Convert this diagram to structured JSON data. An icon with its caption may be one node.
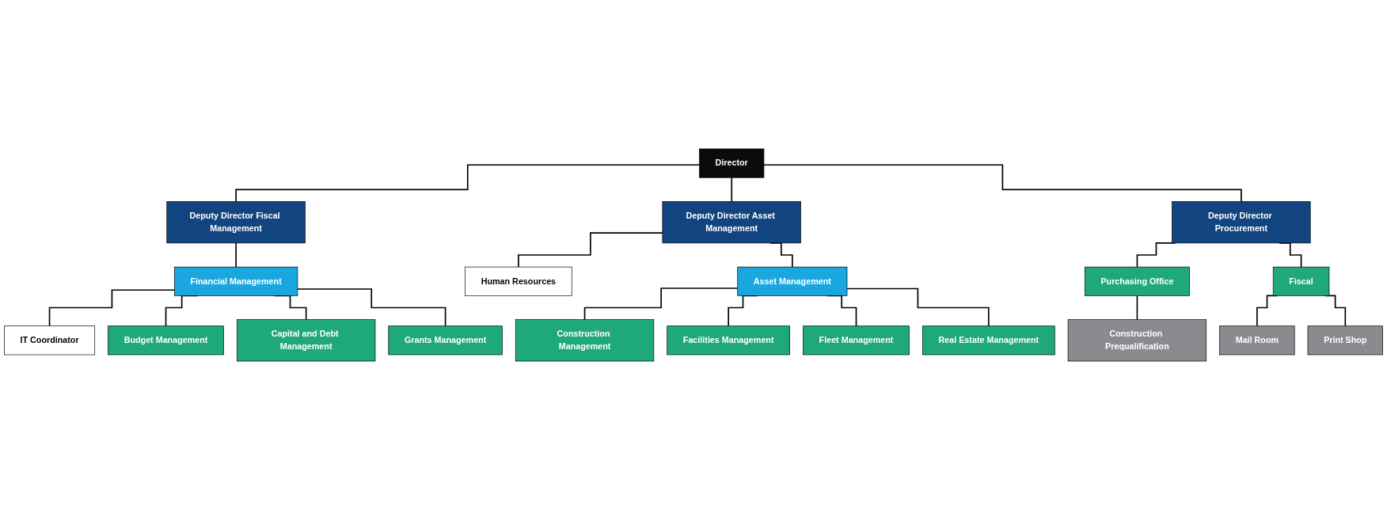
{
  "diagram": {
    "nodes": [
      {
        "text": [
          "Director"
        ]
      },
      {
        "text": [
          "Deputy Director Fiscal Management"
        ]
      },
      {
        "text": [
          "Deputy Director Asset Management"
        ]
      },
      {
        "text": [
          "Human Resources"
        ]
      },
      {
        "text": [
          "Deputy Director Procurement"
        ]
      },
      {
        "text": [
          "Financial Management"
        ]
      },
      {
        "text": [
          "IT Coordinator"
        ]
      },
      {
        "text": [
          "Asset Management"
        ]
      },
      {
        "text": [
          "Budget Management"
        ]
      },
      {
        "text": [
          "Capital and Debt Management"
        ]
      },
      {
        "text": [
          "Grants Management"
        ]
      },
      {
        "text": [
          "Construction Management"
        ]
      },
      {
        "text": [
          "Facilities Management"
        ]
      },
      {
        "text": [
          "Fleet Management"
        ]
      },
      {
        "text": [
          "Real Estate Management"
        ]
      },
      {
        "text": [
          "Purchasing Office"
        ]
      },
      {
        "text": [
          "Fiscal"
        ]
      },
      {
        "text": [
          "Construction Prequalification"
        ]
      },
      {
        "text": [
          "Mail Room"
        ]
      },
      {
        "text": [
          "Print Shop"
        ]
      }
    ],
    "edges": [
      {
        "from": 0,
        "to": 1,
        "arrow": "none"
      },
      {
        "from": 0,
        "to": 2,
        "arrow": "none"
      },
      {
        "from": 0,
        "to": 4,
        "arrow": "none"
      },
      {
        "from": 2,
        "to": 3,
        "arrow": "none"
      },
      {
        "from": 1,
        "to": 5,
        "arrow": "none"
      },
      {
        "from": 5,
        "to": 6,
        "arrow": "none"
      },
      {
        "from": 2,
        "to": 7,
        "arrow": "none"
      },
      {
        "from": 5,
        "to": 8,
        "arrow": "none"
      },
      {
        "from": 5,
        "to": 9,
        "arrow": "none"
      },
      {
        "from": 5,
        "to": 10,
        "arrow": "none"
      },
      {
        "from": 7,
        "to": 11,
        "arrow": "none"
      },
      {
        "from": 7,
        "to": 12,
        "arrow": "none"
      },
      {
        "from": 7,
        "to": 13,
        "arrow": "none"
      },
      {
        "from": 7,
        "to": 14,
        "arrow": "none"
      },
      {
        "from": 4,
        "to": 15,
        "arrow": "none"
      },
      {
        "from": 4,
        "to": 16,
        "arrow": "none"
      },
      {
        "from": 15,
        "to": 17,
        "arrow": "none"
      },
      {
        "from": 16,
        "to": 18,
        "arrow": "none"
      },
      {
        "from": 16,
        "to": 19,
        "arrow": "none"
      }
    ]
  }
}
